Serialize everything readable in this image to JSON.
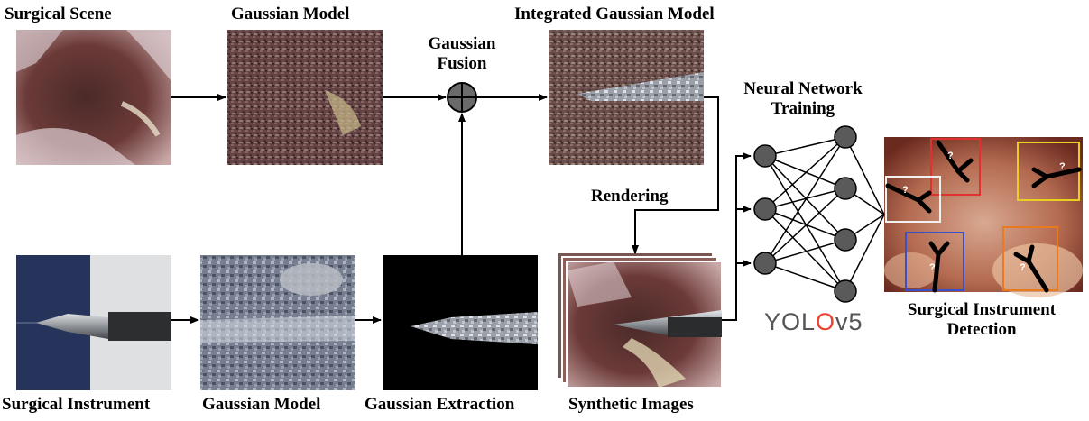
{
  "labels": {
    "surgical_scene": "Surgical Scene",
    "gaussian_model_top": "Gaussian Model",
    "gaussian_fusion_line1": "Gaussian",
    "gaussian_fusion_line2": "Fusion",
    "integrated_model": "Integrated Gaussian Model",
    "neural_line1": "Neural Network",
    "neural_line2": "Training",
    "rendering": "Rendering",
    "surgical_instrument": "Surgical Instrument",
    "gaussian_model_bottom": "Gaussian Model",
    "gaussian_extraction": "Gaussian Extraction",
    "synthetic_images": "Synthetic Images",
    "detection_line1": "Surgical Instrument",
    "detection_line2": "Detection"
  },
  "yolo": {
    "prefix": "YOL",
    "glyph": "O",
    "suffix": "v5"
  },
  "fusion_symbol": "⊕",
  "detection_marks": [
    "?",
    "?",
    "?",
    "?",
    "?"
  ],
  "colors": {
    "box_red": "#e03030",
    "box_yellow": "#e8d020",
    "box_white": "#f2f2f2",
    "box_blue": "#3a4fc8",
    "box_orange": "#e87a20",
    "node_fill": "#5a5a5a"
  }
}
